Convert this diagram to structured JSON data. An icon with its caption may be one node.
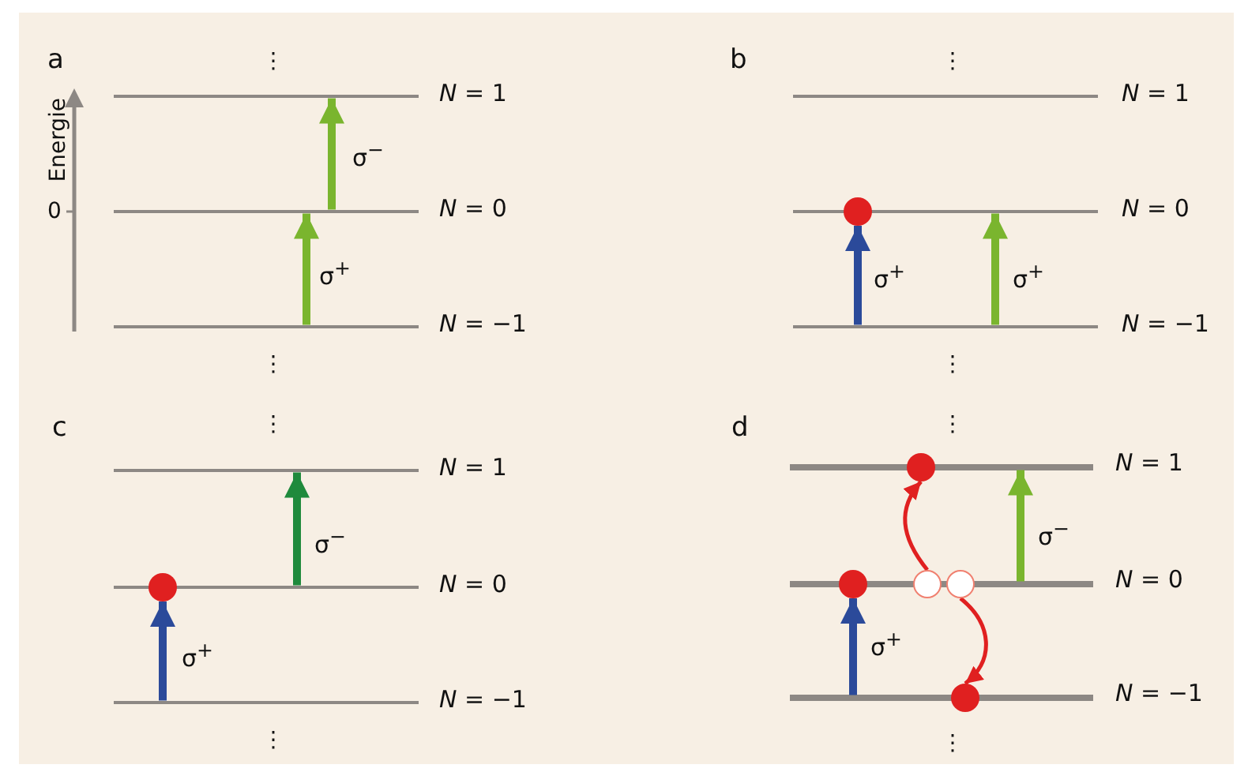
{
  "diagram": {
    "nodes": [
      {
        "text": [
          "a"
        ]
      },
      {
        "text": [
          "*N* = 1"
        ],
        "in": 0
      },
      {
        "text": [
          "*N* = 0"
        ],
        "in": 0
      },
      {
        "text": [
          "*N* = −1"
        ],
        "in": 0
      },
      {
        "text": [
          "b"
        ]
      },
      {
        "text": [
          "*N* = 1"
        ],
        "in": 4
      },
      {
        "text": [
          "*N* = 0"
        ],
        "in": 4
      },
      {
        "text": [
          "*N* = −1"
        ],
        "in": 4
      },
      {
        "text": [],
        "shape": "circle",
        "in": 4
      },
      {
        "text": [
          "c"
        ]
      },
      {
        "text": [
          "*N* = 1"
        ],
        "in": 9
      },
      {
        "text": [
          "*N* = 0"
        ],
        "in": 9
      },
      {
        "text": [
          "*N* = −1"
        ],
        "in": 9
      },
      {
        "text": [],
        "shape": "circle",
        "in": 9
      },
      {
        "text": [
          "d"
        ]
      },
      {
        "text": [
          "*N* = 1"
        ],
        "in": 14
      },
      {
        "text": [
          "*N* = 0"
        ],
        "in": 14
      },
      {
        "text": [
          "*N* = −1"
        ],
        "in": 14
      },
      {
        "text": [],
        "shape": "circle",
        "in": 14
      },
      {
        "text": [],
        "shape": "circle",
        "in": 14
      },
      {
        "text": [],
        "shape": "circle",
        "in": 14
      },
      {
        "text": [],
        "shape": "circle",
        "in": 14
      },
      {
        "text": [],
        "shape": "circle",
        "in": 14
      }
    ],
    "edges": [
      {
        "from": 3,
        "to": 2,
        "arrow": "to",
        "label": "σ$^{+}$"
      },
      {
        "from": 2,
        "to": 1,
        "arrow": "to",
        "label": "σ$^{−}$"
      },
      {
        "from": 7,
        "to": 8,
        "arrow": "to",
        "label": "σ$^{+}$",
        "color": "#2b4a9a"
      },
      {
        "from": 7,
        "to": 6,
        "arrow": "to",
        "label": "σ$^{+}$"
      },
      {
        "from": 12,
        "to": 13,
        "arrow": "to",
        "label": "σ$^{+}$",
        "color": "#2b4a9a"
      },
      {
        "from": 11,
        "to": 10,
        "arrow": "to",
        "label": "σ$^{−}$",
        "color": "#1f8a3c"
      },
      {
        "from": 17,
        "to": 18,
        "arrow": "to",
        "label": "σ$^{+}$",
        "color": "#2b4a9a"
      },
      {
        "from": 16,
        "to": 15,
        "arrow": "to",
        "label": "σ$^{−}$"
      },
      {
        "from": 19,
        "to": 21,
        "arrow": "to",
        "color": "#e02020"
      },
      {
        "from": 20,
        "to": 22,
        "arrow": "to",
        "color": "#e02020"
      }
    ],
    "labels": [
      "⋮",
      "Energie",
      "0",
      "⋮",
      "⋮",
      "⋮",
      "⋮",
      "⋮",
      "⋮",
      "⋮"
    ]
  }
}
